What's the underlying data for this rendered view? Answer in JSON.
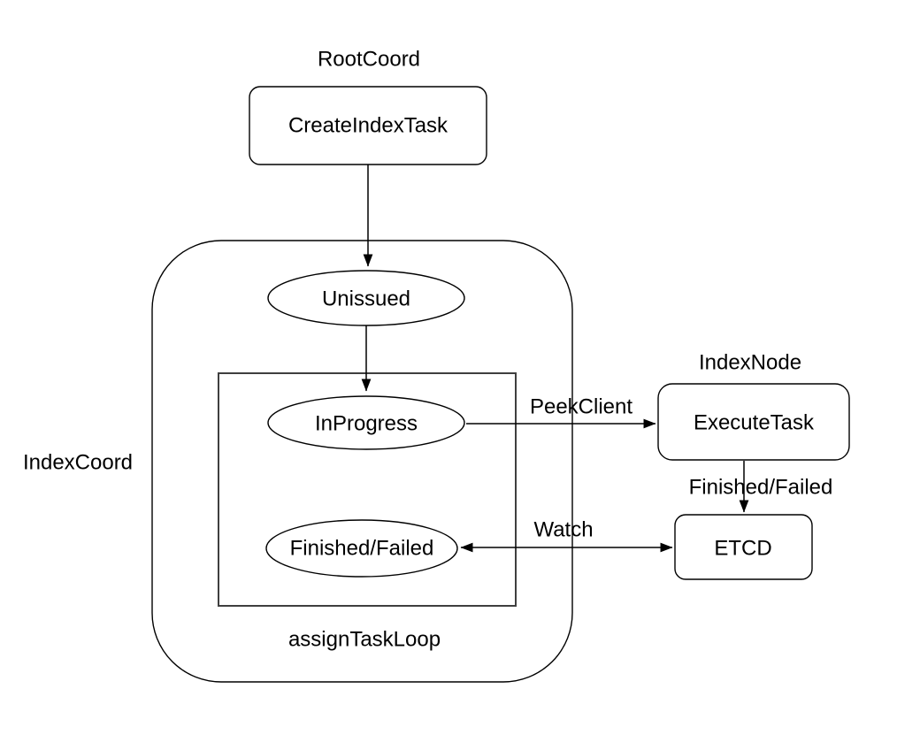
{
  "colors": {
    "stroke": "#000000",
    "inner_box_stroke": "#3f3f3f",
    "node_fill": "#ffffff",
    "text": "#000000",
    "background": "#ffffff"
  },
  "labels": {
    "root_coord": "RootCoord",
    "index_coord": "IndexCoord",
    "index_node": "IndexNode",
    "assign_task_loop": "assignTaskLoop"
  },
  "nodes": {
    "create_index_task": "CreateIndexTask",
    "unissued": "Unissued",
    "in_progress": "InProgress",
    "finished_failed": "Finished/Failed",
    "execute_task": "ExecuteTask",
    "etcd": "ETCD"
  },
  "edges": {
    "peek_client": "PeekClient",
    "finished_failed": "Finished/Failed",
    "watch": "Watch"
  }
}
